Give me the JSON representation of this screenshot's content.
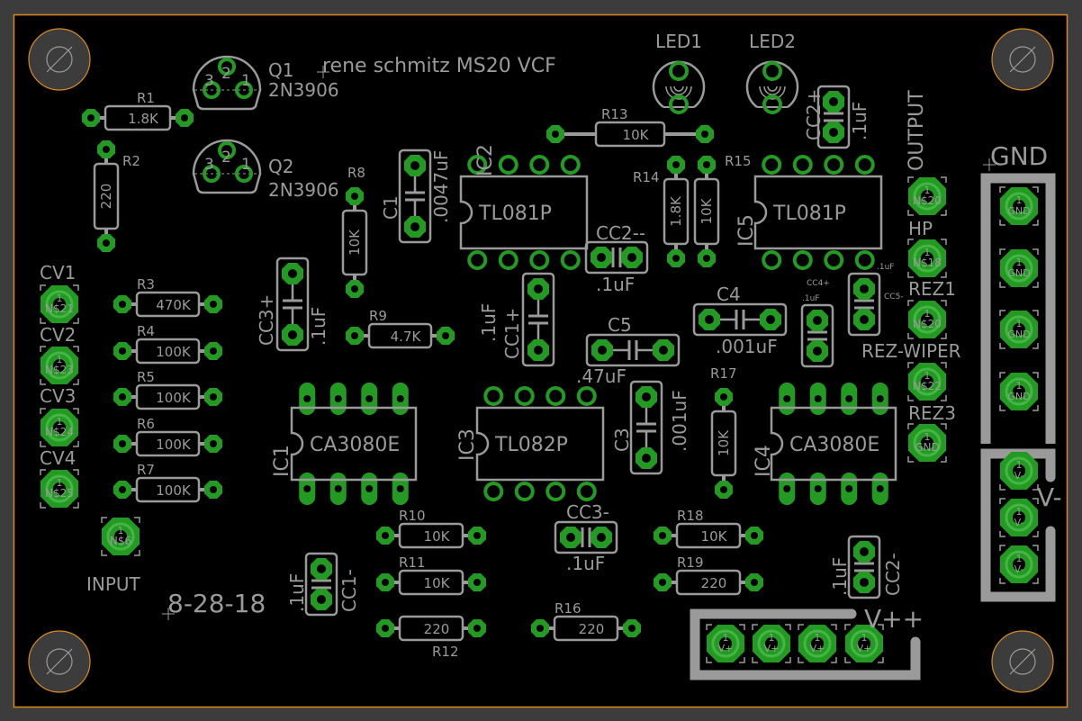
{
  "board": {
    "title": "rene schmitz MS20 VCF",
    "date": "8-28-18",
    "colors": {
      "background": "#3c3c3c",
      "board": "#000000",
      "outline": "#d98a1c",
      "silkscreen": "#9a9a9a",
      "copper": "#239b23",
      "copper_light": "#45b545"
    }
  },
  "mounting_holes": [
    {
      "name": "hole-top-left",
      "symbol": "∅"
    },
    {
      "name": "hole-top-right",
      "symbol": "∅"
    },
    {
      "name": "hole-bottom-left",
      "symbol": "∅"
    },
    {
      "name": "hole-bottom-right",
      "symbol": "∅"
    }
  ],
  "transistors": [
    {
      "ref": "Q1",
      "value": "2N3906",
      "pins": [
        "3",
        "2",
        "1"
      ]
    },
    {
      "ref": "Q2",
      "value": "2N3906",
      "pins": [
        "3",
        "2",
        "1"
      ]
    }
  ],
  "leds": [
    {
      "ref": "LED1"
    },
    {
      "ref": "LED2"
    }
  ],
  "resistors": [
    {
      "ref": "R1",
      "value": "1.8K"
    },
    {
      "ref": "R2",
      "value": "220"
    },
    {
      "ref": "R3",
      "value": "470K"
    },
    {
      "ref": "R4",
      "value": "100K"
    },
    {
      "ref": "R5",
      "value": "100K"
    },
    {
      "ref": "R6",
      "value": "100K"
    },
    {
      "ref": "R7",
      "value": "100K"
    },
    {
      "ref": "R8",
      "value": "10K"
    },
    {
      "ref": "R9",
      "value": "4.7K"
    },
    {
      "ref": "R10",
      "value": "10K"
    },
    {
      "ref": "R11",
      "value": "10K"
    },
    {
      "ref": "R12",
      "value": "220"
    },
    {
      "ref": "R13",
      "value": "10K"
    },
    {
      "ref": "R14",
      "value": "1.8K"
    },
    {
      "ref": "R15",
      "value": "10K"
    },
    {
      "ref": "R16",
      "value": "220"
    },
    {
      "ref": "R17",
      "value": "10K"
    },
    {
      "ref": "R18",
      "value": "10K"
    },
    {
      "ref": "R19",
      "value": "220"
    }
  ],
  "capacitors": [
    {
      "ref": "C1",
      "value": ".0047uF"
    },
    {
      "ref": "C3",
      "value": ".001uF"
    },
    {
      "ref": "C4",
      "value": ".001uF"
    },
    {
      "ref": "C5",
      "value": ".47uF"
    },
    {
      "ref": "CC1+",
      "value": ".1uF"
    },
    {
      "ref": "CC1-",
      "value": ".1uF"
    },
    {
      "ref": "CC2+",
      "value": ".1uF"
    },
    {
      "ref": "CC2--",
      "value": ".1uF"
    },
    {
      "ref": "CC2-",
      "value": ".1uF"
    },
    {
      "ref": "CC3+",
      "value": ".1uF"
    },
    {
      "ref": "CC3-",
      "value": ".1uF"
    },
    {
      "ref": "CC4+",
      "value": ".1uF"
    },
    {
      "ref": "CC5-",
      "value": ".1uF"
    }
  ],
  "ics": [
    {
      "ref": "IC1",
      "value": "CA3080E"
    },
    {
      "ref": "IC2",
      "value": "TL081P"
    },
    {
      "ref": "IC3",
      "value": "TL082P"
    },
    {
      "ref": "IC4",
      "value": "CA3080E"
    },
    {
      "ref": "IC5",
      "value": "TL081P"
    }
  ],
  "connectors": [
    {
      "label": "CV1",
      "pin": "1",
      "net": "N$21"
    },
    {
      "label": "CV2",
      "pin": "1",
      "net": "N$23"
    },
    {
      "label": "CV3",
      "pin": "1",
      "net": "N$24"
    },
    {
      "label": "CV4",
      "pin": "1",
      "net": "N$25"
    },
    {
      "label": "INPUT",
      "pin": "1",
      "net": "N$6"
    },
    {
      "label": "OUTPUT",
      "pin": "1",
      "net": "N$20"
    },
    {
      "label": "HP",
      "pin": "1",
      "net": "N$18"
    },
    {
      "label": "REZ1",
      "pin": "1",
      "net": "N$20"
    },
    {
      "label": "REZ-WIPER",
      "pin": "1",
      "net": "N$22"
    },
    {
      "label": "REZ3",
      "pin": "1",
      "net": "GND"
    }
  ],
  "power_headers": [
    {
      "label": "GND",
      "pins": [
        {
          "pin": "1",
          "net": "GND"
        },
        {
          "pin": "1",
          "net": "GND"
        },
        {
          "pin": "1",
          "net": "GND"
        },
        {
          "pin": "1",
          "net": "GND"
        }
      ]
    },
    {
      "label": "V-",
      "pins": [
        {
          "pin": "1",
          "net": "V-"
        },
        {
          "pin": "1",
          "net": "V-"
        },
        {
          "pin": "1",
          "net": "V-"
        }
      ]
    },
    {
      "label": "V++",
      "pins": [
        {
          "pin": "1",
          "net": "V+"
        },
        {
          "pin": "1",
          "net": "V+"
        },
        {
          "pin": "1",
          "net": "V+"
        },
        {
          "pin": "1",
          "net": "V+"
        }
      ]
    }
  ]
}
